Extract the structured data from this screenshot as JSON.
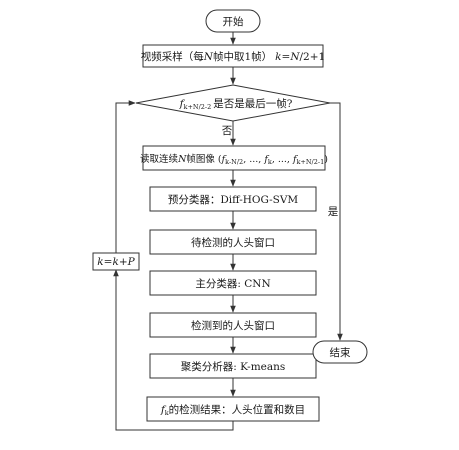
{
  "diagram": {
    "start": "开始",
    "end": "结束",
    "sampling": {
      "prefix": "视频采样（每",
      "n1": "N",
      "middle": "帧中取1帧）",
      "k": "k",
      "equals": "=",
      "n2": "N",
      "suffix": "/2+1"
    },
    "decision": {
      "f": "f",
      "sub": "k+N/2-2",
      "question": "是否是最后一帧?"
    },
    "no_label": "否",
    "yes_label": "是",
    "read_frames": {
      "prefix": "读取连续",
      "n": "N",
      "middle": "帧图像 (",
      "f1": "f",
      "s1": "k-N/2",
      "dots1": ", ..., ",
      "f2": "f",
      "s2": "k",
      "dots2": ", ..., ",
      "f3": "f",
      "s3": "k+N/2-1",
      "close": ")"
    },
    "pre_classifier": "预分类器：Diff-HOG-SVM",
    "candidate_windows": "待检测的人头窗口",
    "main_classifier": "主分类器: CNN",
    "detected_windows": "检测到的人头窗口",
    "cluster": "聚类分析器: K-means",
    "result": {
      "f": "f",
      "sub": "k",
      "text": "的检测结果：人头位置和数目"
    },
    "increment": {
      "k1": "k",
      "eq": "=",
      "k2": "k",
      "plus": "+",
      "p": "P"
    }
  }
}
